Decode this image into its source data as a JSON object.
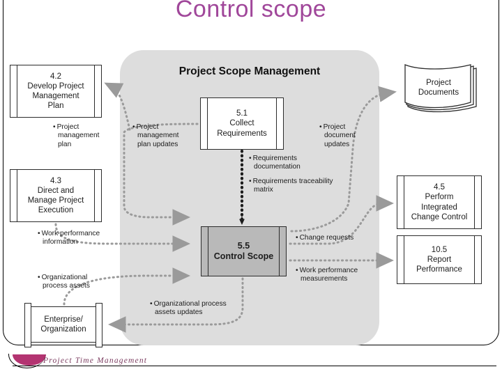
{
  "slide": {
    "title": "Control scope",
    "title_color": "#a0479a",
    "footer_text": "Project Time Management",
    "footer_accent_color": "#b33471"
  },
  "panel": {
    "name": "Project Scope Management",
    "fill_color": "#dddddd"
  },
  "processes": [
    {
      "id": "4.2",
      "number": "4.2",
      "name": "Develop Project Management Plan",
      "lines": [
        "Develop Project",
        "Management",
        "Plan"
      ]
    },
    {
      "id": "4.3",
      "number": "4.3",
      "name": "Direct and Manage Project Execution",
      "lines": [
        "Direct and",
        "Manage Project",
        "Execution"
      ]
    },
    {
      "id": "5.1",
      "number": "5.1",
      "name": "Collect Requirements",
      "lines": [
        "Collect",
        "Requirements"
      ]
    },
    {
      "id": "5.5",
      "number": "5.5",
      "name": "Control Scope",
      "lines": [
        "Control Scope"
      ]
    },
    {
      "id": "4.5",
      "number": "4.5",
      "name": "Perform Integrated Change Control",
      "lines": [
        "Perform",
        "Integrated",
        "Change Control"
      ]
    },
    {
      "id": "10.5",
      "number": "10.5",
      "name": "Report Performance",
      "lines": [
        "Report",
        "Performance"
      ]
    }
  ],
  "entities": [
    {
      "id": "enterprise",
      "lines": [
        "Enterprise/",
        "Organization"
      ]
    },
    {
      "id": "project-documents",
      "lines": [
        "Project",
        "Documents"
      ]
    }
  ],
  "annotations": [
    {
      "id": "pm-plan",
      "lines": [
        "Project",
        "management",
        "plan"
      ]
    },
    {
      "id": "pm-plan-updates",
      "lines": [
        "Project",
        "management",
        "plan updates"
      ]
    },
    {
      "id": "project-doc-updates",
      "lines": [
        "Project",
        "document",
        "updates"
      ]
    },
    {
      "id": "requirements-documentation",
      "lines": [
        "Requirements",
        "documentation"
      ]
    },
    {
      "id": "requirements-traceability-matrix",
      "lines": [
        "Requirements traceability",
        "matrix"
      ]
    },
    {
      "id": "work-performance-information",
      "lines": [
        "Work performance",
        "information"
      ]
    },
    {
      "id": "change-requests",
      "lines": [
        "Change requests"
      ]
    },
    {
      "id": "work-performance-measurements",
      "lines": [
        "Work performance",
        "measurements"
      ]
    },
    {
      "id": "organizational-process-assets",
      "lines": [
        "Organizational",
        "process assets"
      ]
    },
    {
      "id": "organizational-process-assets-updates",
      "lines": [
        "Organizational process",
        "assets updates"
      ]
    }
  ],
  "box_5_5_fill": "#b9b9b9",
  "connector_color": "#9a9a9a",
  "bullet": "•"
}
